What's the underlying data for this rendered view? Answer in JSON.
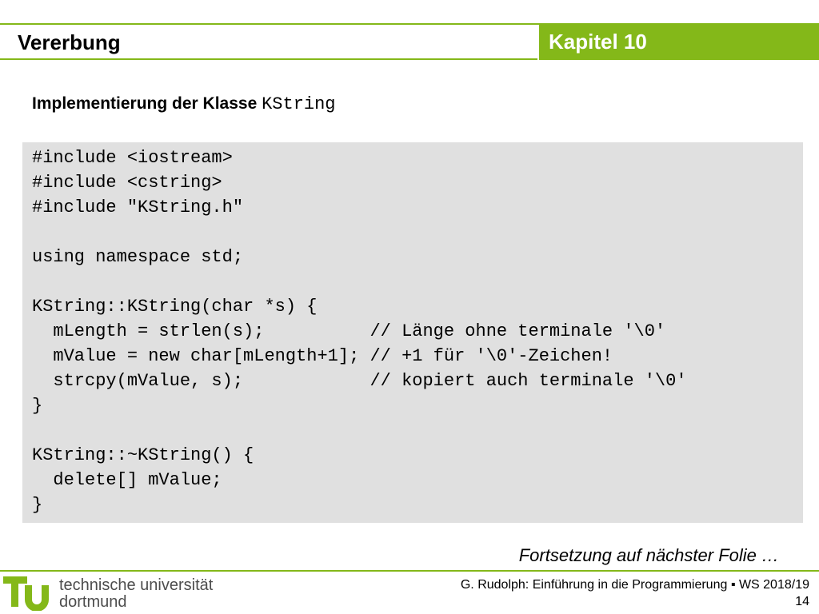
{
  "header": {
    "title": "Vererbung",
    "chapter": "Kapitel 10"
  },
  "subtitle": {
    "text": "Implementierung der Klasse ",
    "code": "KString"
  },
  "code_lines": [
    "#include <iostream>",
    "#include <cstring>",
    "#include \"KString.h\"",
    "",
    "using namespace std;",
    "",
    "KString::KString(char *s) {",
    "  mLength = strlen(s);          // Länge ohne terminale '\\0'",
    "  mValue = new char[mLength+1]; // +1 für '\\0'-Zeichen!",
    "  strcpy(mValue, s);            // kopiert auch terminale '\\0'",
    "}",
    "",
    "KString::~KString() {",
    "  delete[] mValue;",
    "}"
  ],
  "continuation": "Fortsetzung auf nächster Folie …",
  "footer": {
    "logo_line1": "technische universität",
    "logo_line2": "dortmund",
    "credit": "G. Rudolph: Einführung in die Programmierung ▪ WS 2018/19",
    "page_number": "14"
  },
  "colors": {
    "accent": "#84b819",
    "code_background": "#e0e0e0"
  }
}
